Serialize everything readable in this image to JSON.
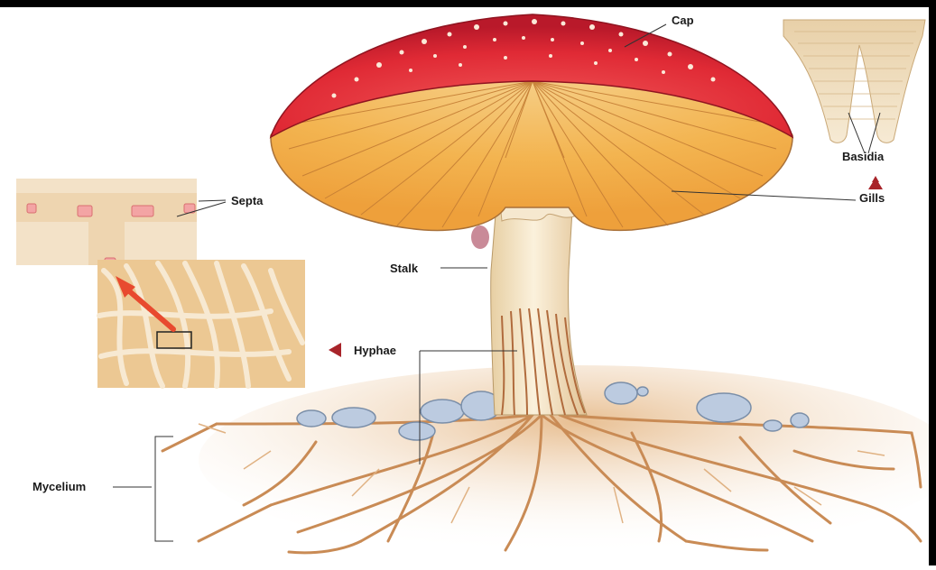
{
  "labels": {
    "cap": "Cap",
    "basidia": "Basidia",
    "gills": "Gills",
    "septa": "Septa",
    "stalk": "Stalk",
    "hyphae": "Hyphae",
    "mycelium": "Mycelium"
  },
  "colors": {
    "cap_red": "#e3303a",
    "gill_orange": "#f0a63c",
    "stalk_cream": "#f4e2c0",
    "hyphae_tan": "#d9a06a",
    "stone_blue": "#b8c8dc",
    "pointer_red": "#b02a2a",
    "line": "#333333"
  }
}
